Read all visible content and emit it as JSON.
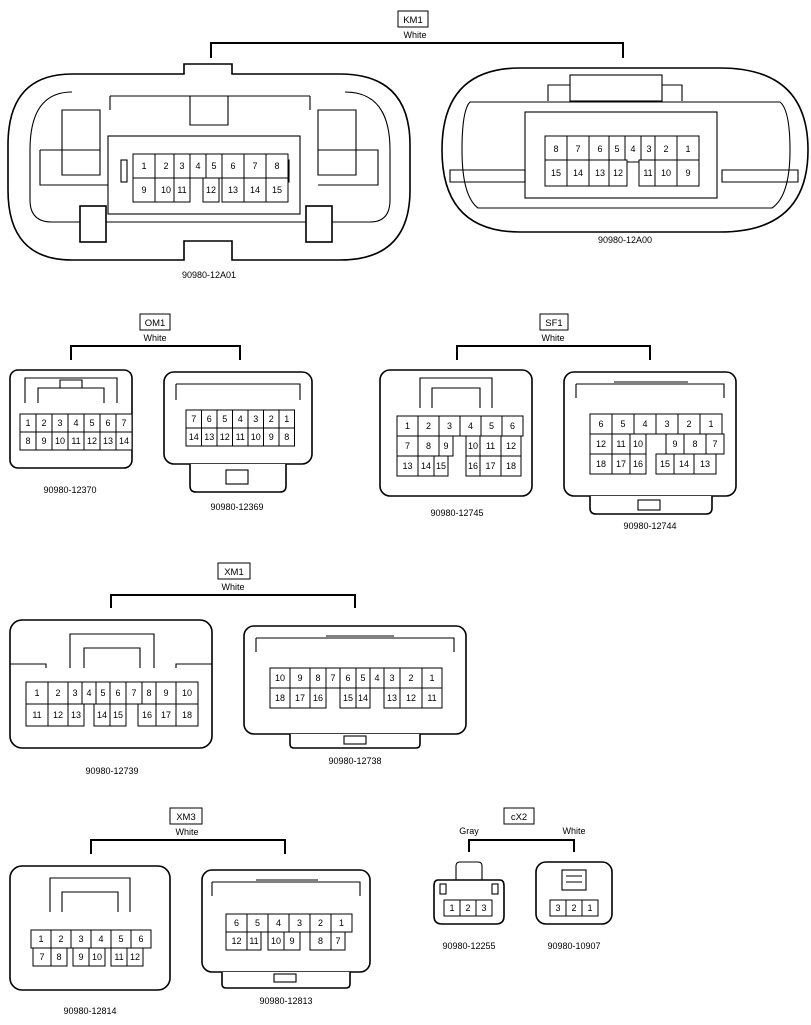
{
  "groups": [
    {
      "id": "KM1",
      "tag": "KM1",
      "colors": [
        "White"
      ],
      "connectors": [
        {
          "part": "90980-12A01",
          "rows": [
            [
              "1",
              "2",
              "3",
              "4",
              "5",
              "6",
              "7",
              "8"
            ],
            [
              "9",
              "10",
              "11",
              "12",
              "13",
              "14",
              "15"
            ]
          ]
        },
        {
          "part": "90980-12A00",
          "rows": [
            [
              "8",
              "7",
              "6",
              "5",
              "4",
              "3",
              "2",
              "1"
            ],
            [
              "15",
              "14",
              "13",
              "12",
              "11",
              "10",
              "9"
            ]
          ]
        }
      ]
    },
    {
      "id": "OM1",
      "tag": "OM1",
      "colors": [
        "White"
      ],
      "connectors": [
        {
          "part": "90980-12370",
          "rows": [
            [
              "1",
              "2",
              "3",
              "4",
              "5",
              "6",
              "7"
            ],
            [
              "8",
              "9",
              "10",
              "11",
              "12",
              "13",
              "14"
            ]
          ]
        },
        {
          "part": "90980-12369",
          "rows": [
            [
              "7",
              "6",
              "5",
              "4",
              "3",
              "2",
              "1"
            ],
            [
              "14",
              "13",
              "12",
              "11",
              "10",
              "9",
              "8"
            ]
          ]
        }
      ]
    },
    {
      "id": "SF1",
      "tag": "SF1",
      "colors": [
        "White"
      ],
      "connectors": [
        {
          "part": "90980-12745",
          "rows": [
            [
              "1",
              "2",
              "3",
              "4",
              "5",
              "6"
            ],
            [
              "7",
              "8",
              "9",
              "10",
              "11",
              "12"
            ],
            [
              "13",
              "14",
              "15",
              "16",
              "17",
              "18"
            ]
          ]
        },
        {
          "part": "90980-12744",
          "rows": [
            [
              "6",
              "5",
              "4",
              "3",
              "2",
              "1"
            ],
            [
              "12",
              "11",
              "10",
              "9",
              "8",
              "7"
            ],
            [
              "18",
              "17",
              "16",
              "15",
              "14",
              "13"
            ]
          ]
        }
      ]
    },
    {
      "id": "XM1",
      "tag": "XM1",
      "colors": [
        "White"
      ],
      "connectors": [
        {
          "part": "90980-12739",
          "rows": [
            [
              "1",
              "2",
              "3",
              "4",
              "5",
              "6",
              "7",
              "8",
              "9",
              "10"
            ],
            [
              "11",
              "12",
              "13",
              "14",
              "15",
              "16",
              "17",
              "18"
            ]
          ]
        },
        {
          "part": "90980-12738",
          "rows": [
            [
              "10",
              "9",
              "8",
              "7",
              "6",
              "5",
              "4",
              "3",
              "2",
              "1"
            ],
            [
              "18",
              "17",
              "16",
              "15",
              "14",
              "13",
              "12",
              "11"
            ]
          ]
        }
      ]
    },
    {
      "id": "XM3",
      "tag": "XM3",
      "colors": [
        "White"
      ],
      "connectors": [
        {
          "part": "90980-12814",
          "rows": [
            [
              "1",
              "2",
              "3",
              "4",
              "5",
              "6"
            ],
            [
              "7",
              "8",
              "9",
              "10",
              "11",
              "12"
            ]
          ]
        },
        {
          "part": "90980-12813",
          "rows": [
            [
              "6",
              "5",
              "4",
              "3",
              "2",
              "1"
            ],
            [
              "12",
              "11",
              "10",
              "9",
              "8",
              "7"
            ]
          ]
        }
      ]
    },
    {
      "id": "cX2",
      "tag": "cX2",
      "colors": [
        "Gray",
        "White"
      ],
      "connectors": [
        {
          "part": "90980-12255",
          "rows": [
            [
              "1",
              "2",
              "3"
            ]
          ]
        },
        {
          "part": "90980-10907",
          "rows": [
            [
              "3",
              "2",
              "1"
            ]
          ]
        }
      ]
    }
  ]
}
